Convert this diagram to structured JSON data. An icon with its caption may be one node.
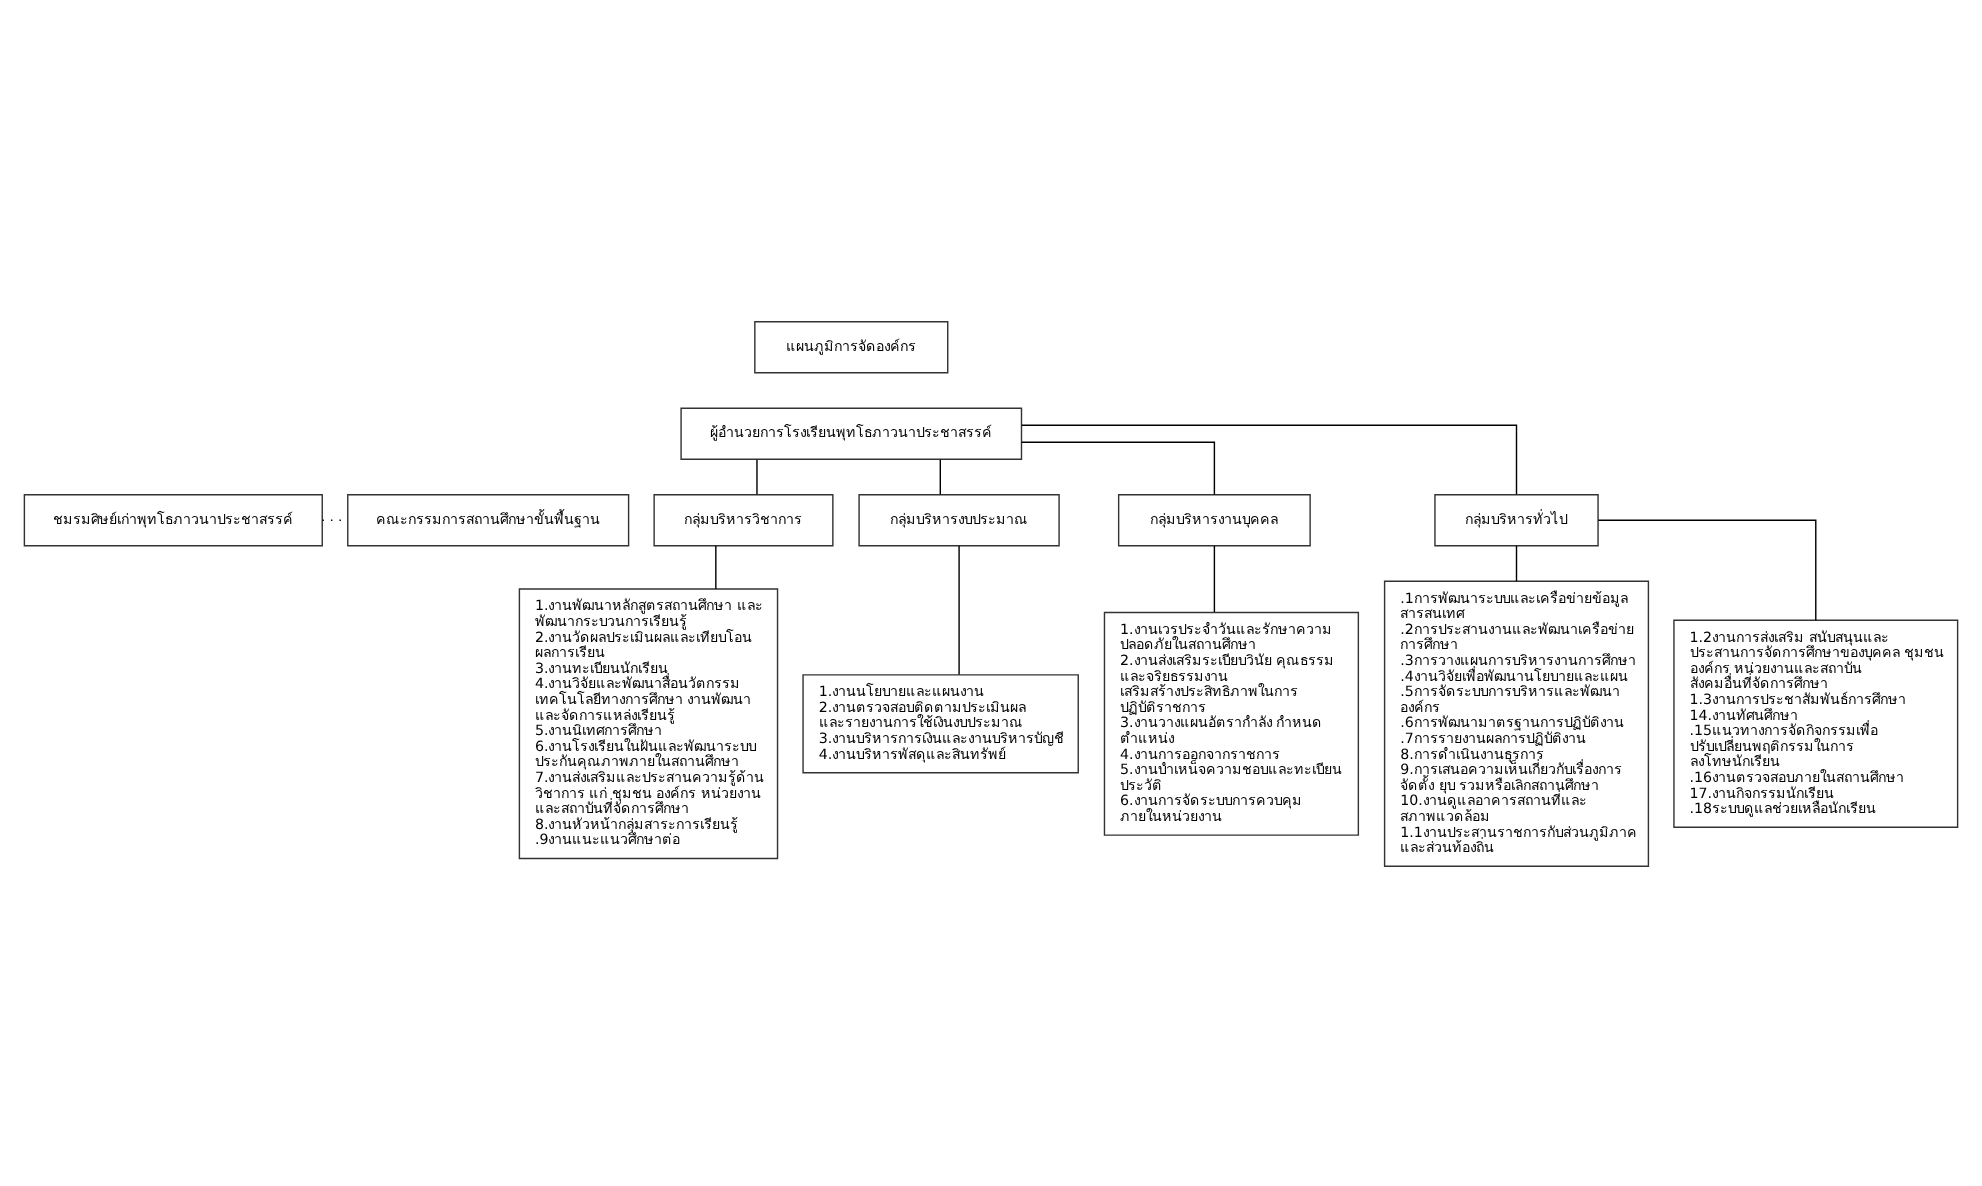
{
  "diagram": {
    "nodes": [
      {
        "text": [
          "แผนภูมิการจัดองค์กร"
        ]
      },
      {
        "text": [
          "ผู้อำนวยการโรงเรียนพุทโธภาวนาประชาสรรค์"
        ]
      },
      {
        "text": [
          "ชมรมศิษย์เก่าพุทโธภาวนาประชาสรรค์"
        ]
      },
      {
        "text": [
          "คณะกรรมการสถานศึกษาขั้นพื้นฐาน"
        ]
      },
      {
        "text": [
          "กลุ่มบริหารวิชาการ"
        ]
      },
      {
        "text": [
          "กลุ่มบริหารงบประมาณ"
        ]
      },
      {
        "text": [
          "กลุ่มบริหารงานบุคคล"
        ]
      },
      {
        "text": [
          "กลุ่มบริหารทั่วไป"
        ]
      },
      {
        "text": [
          "1.งานพัฒนาหลักสูตรสถานศึกษา และ พัฒนากระบวนการเรียนรู้",
          "2.งานวัดผลประเมินผลและเทียบโอน ผลการเรียน",
          "3.งานทะเบียนนักเรียน",
          "4.งานวิจัยและพัฒนาสื่อนวัตกรรม เทคโนโลยีทางการศึกษา งานพัฒนา และจัดการแหล่งเรียนรู้",
          "5.งานนิเทศการศึกษา",
          "6.งานโรงเรียนในฝันและพัฒนาระบบ ประกันคุณภาพภายในสถานศึกษา",
          "7.งานส่งเสริมและประสานความรู้ด้าน วิชาการ แก่ ชุมชน องค์กร หน่วยงาน และสถาบันที่จัดการศึกษา",
          "8.งานหัวหน้ากลุ่มสาระการเรียนรู้",
          ".9งานแนะแนวศึกษาต่อ"
        ]
      },
      {
        "text": [
          "1.งานนโยบายและแผนงาน",
          "2.งานตรวจสอบติดตามประเมินผล และรายงานการใช้เงินงบประมาณ",
          "3.งานบริหารการเงินและงานบริหารบัญชี",
          "4.งานบริหารพัสดุและสินทรัพย์"
        ]
      },
      {
        "text": [
          "1.งานเวรประจำวันและรักษาความ ปลอดภัยในสถานศึกษา",
          "2.งานส่งเสริมระเบียบวินัย คุณธรรม และจริยธรรมงาน เสริมสร้างประสิทธิภาพในการ ปฏิบัติราชการ",
          "3.งานวางแผนอัตรากำลัง กำหนด ตำแหน่ง",
          "4.งานการออกจากราชการ",
          "5.งานบำเหน็จความชอบและทะเบียน ประวัติ",
          "6.งานการจัดระบบการควบคุม ภายในหน่วยงาน"
        ]
      },
      {
        "text": [
          ".1การพัฒนาระบบและเครือข่ายข้อมูล สารสนเทศ",
          ".2การประสานงานและพัฒนาเครือข่าย การศึกษา",
          ".3การวางแผนการบริหารงานการศึกษา",
          ".4งานวิจัยเพื่อพัฒนานโยบายและแผน",
          ".5การจัดระบบการบริหารและพัฒนา องค์กร",
          ".6การพัฒนามาตรฐานการปฏิบัติงาน",
          ".7การรายงานผลการปฏิบัติงาน",
          "8.การดำเนินงานธุรการ",
          "9.การเสนอความเห็นเกี่ยวกับเรื่องการ จัดตั้ง ยุบ รวมหรือเลิกสถานศึกษา",
          "10.งานดูแลอาคารสถานที่และ สภาพแวดล้อม",
          "1.1งานประสานราชการกับส่วนภูมิภาค และส่วนท้องถิ่น"
        ]
      },
      {
        "text": [
          "1.2งานการส่งเสริม สนับสนุนและ ประสานการจัดการศึกษาของบุคคล ชุมชน องค์กร หน่วยงานและสถาบัน สังคมอื่นที่จัดการศึกษา",
          "1.3งานการประชาสัมพันธ์การศึกษา",
          "14.งานทัศนศึกษา",
          ".15แนวทางการจัดกิจกรรมเพื่อ ปรับเปลี่ยนพฤติกรรมในการ ลงโทษนักเรียน",
          ".16งานตรวจสอบภายในสถานศึกษา",
          "17.งานกิจกรรมนักเรียน",
          ".18ระบบดูแลช่วยเหลือนักเรียน"
        ]
      }
    ],
    "edges": [
      {
        "from": 1,
        "to": 4,
        "arrow": "none"
      },
      {
        "from": 1,
        "to": 5,
        "arrow": "none"
      },
      {
        "from": 1,
        "to": 6,
        "arrow": "none"
      },
      {
        "from": 1,
        "to": 7,
        "arrow": "none"
      },
      {
        "from": 2,
        "to": 3,
        "arrow": "none",
        "style": "dashed"
      },
      {
        "from": 4,
        "to": 8,
        "arrow": "none"
      },
      {
        "from": 5,
        "to": 9,
        "arrow": "none"
      },
      {
        "from": 6,
        "to": 10,
        "arrow": "none"
      },
      {
        "from": 7,
        "to": 11,
        "arrow": "none"
      },
      {
        "from": 7,
        "to": 12,
        "arrow": "none"
      }
    ]
  }
}
